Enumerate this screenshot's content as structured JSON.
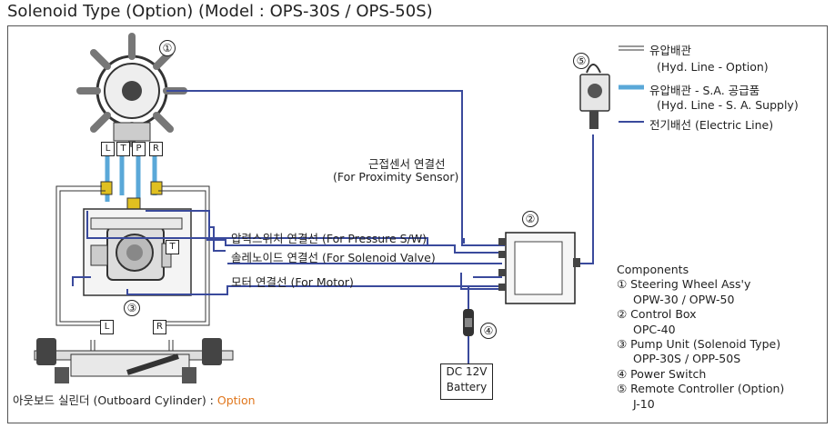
{
  "title": "Solenoid Type (Option) (Model : OPS-30S / OPS-50S)",
  "legend": {
    "hyd_option_ko": "유압배관",
    "hyd_option_en": "(Hyd. Line - Option)",
    "hyd_supply_ko": "유압배관 - S.A. 공급품",
    "hyd_supply_en": "(Hyd. Line - S. A. Supply)",
    "electric": "전기배선 (Electric Line)"
  },
  "labels": {
    "proximity_ko": "근접센서 연결선",
    "proximity_en": "(For Proximity Sensor)",
    "pressure": "압력스위치 연결선 (For Pressure S/W)",
    "solenoid": "솔레노이드 연결선 (For Solenoid Valve)",
    "motor": "모터 연결선 (For Motor)",
    "cylinder": "아웃보드 실린더 (Outboard Cylinder) : ",
    "cylinder_option": "Option"
  },
  "ports": {
    "l": "L",
    "t": "T",
    "p": "P",
    "r": "R",
    "t2": "T",
    "cl": "L",
    "cr": "R"
  },
  "numbers": {
    "n1": "①",
    "n2": "②",
    "n3": "③",
    "n4": "④",
    "n5": "⑤"
  },
  "battery": {
    "line1": "DC 12V",
    "line2": "Battery"
  },
  "components": {
    "heading": "Components",
    "items": [
      "① Steering Wheel Ass'y",
      "OPW-30 / OPW-50",
      "② Control Box",
      "OPC-40",
      "③ Pump Unit (Solenoid Type)",
      "OPP-30S / OPP-50S",
      "④ Power Switch",
      "⑤ Remote Controller (Option)",
      "J-10"
    ]
  },
  "colors": {
    "electric": "#3a4a9c",
    "hydraulic_supply": "#5aa8d8",
    "frame": "#555555"
  }
}
